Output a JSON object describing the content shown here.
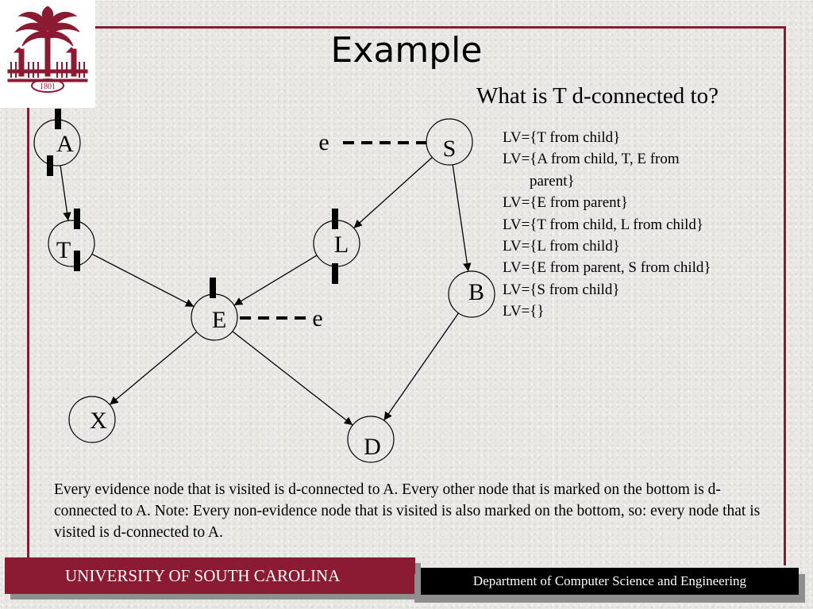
{
  "slide": {
    "title": "Example",
    "question": "What is T d-connected to?",
    "lv_steps": [
      {
        "text": "LV={T from child}",
        "continuation": false
      },
      {
        "text": "LV={A from child, T, E from",
        "continuation": false
      },
      {
        "text": "parent}",
        "continuation": true
      },
      {
        "text": "LV={E from parent}",
        "continuation": false
      },
      {
        "text": "LV={T from child, L from child}",
        "continuation": false
      },
      {
        "text": "LV={L from child}",
        "continuation": false
      },
      {
        "text": "LV={E from parent, S from child}",
        "continuation": false
      },
      {
        "text": "LV={S from child}",
        "continuation": false
      },
      {
        "text": "LV={}",
        "continuation": false
      }
    ],
    "note": "Every evidence node that is visited is d-connected to A.  Every other node that is marked on the bottom is d-connected to A.  Note: Every non-evidence node that is visited is also marked on the bottom, so: every node that is visited is d-connected to A.",
    "logo_text": "1801"
  },
  "diagram": {
    "nodes": [
      {
        "id": "A",
        "label": "A",
        "evidence": false,
        "marked_top": true,
        "marked_bottom": true
      },
      {
        "id": "T",
        "label": "T",
        "evidence": false,
        "marked_top": true,
        "marked_bottom": true
      },
      {
        "id": "E",
        "label": "E",
        "evidence": true,
        "marked_top": true,
        "marked_bottom": false
      },
      {
        "id": "L",
        "label": "L",
        "evidence": false,
        "marked_top": true,
        "marked_bottom": true
      },
      {
        "id": "S",
        "label": "S",
        "evidence": true,
        "marked_top": false,
        "marked_bottom": false
      },
      {
        "id": "B",
        "label": "B",
        "evidence": false,
        "marked_top": false,
        "marked_bottom": false
      },
      {
        "id": "X",
        "label": "X",
        "evidence": false,
        "marked_top": false,
        "marked_bottom": false
      },
      {
        "id": "D",
        "label": "D",
        "evidence": false,
        "marked_top": false,
        "marked_bottom": false
      }
    ],
    "edges": [
      {
        "from": "A",
        "to": "T"
      },
      {
        "from": "T",
        "to": "E"
      },
      {
        "from": "L",
        "to": "E"
      },
      {
        "from": "S",
        "to": "L"
      },
      {
        "from": "S",
        "to": "B"
      },
      {
        "from": "E",
        "to": "X"
      },
      {
        "from": "E",
        "to": "D"
      },
      {
        "from": "B",
        "to": "D"
      }
    ],
    "evidence_label": "e"
  },
  "footer": {
    "university": "UNIVERSITY OF SOUTH CAROLINA",
    "department": "Department of Computer Science and Engineering"
  },
  "colors": {
    "accent": "#8b1a33",
    "dept_bar": "#000000"
  }
}
